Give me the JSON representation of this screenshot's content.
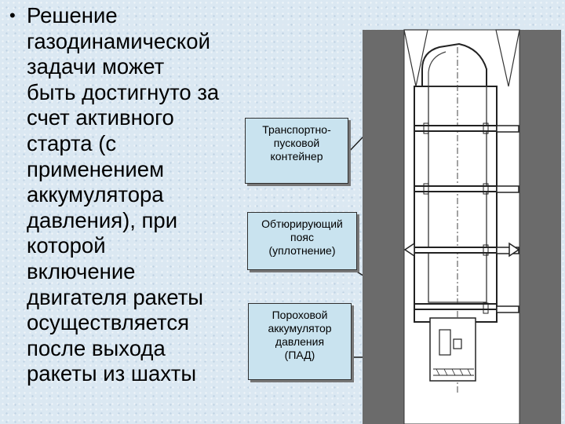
{
  "bullet": {
    "lines": [
      "Решение",
      "газодинамической",
      "задачи может",
      "быть достигнуто за",
      "счет активного",
      "старта (с",
      "применением",
      "аккумулятора",
      "давления), при",
      "которой",
      "включение",
      "двигателя ракеты",
      "осуществляется",
      "после выхода",
      "ракеты из шахты"
    ]
  },
  "callouts": {
    "container": [
      "Транспортно-",
      "пусковой",
      "контейнер"
    ],
    "belt": [
      "Обтюрирующий",
      "пояс",
      "(уплотнение)"
    ],
    "accumulator": [
      "Пороховой",
      "аккумулятор",
      "давления",
      "(ПАД)"
    ]
  },
  "colors": {
    "background": "#dbe8f2",
    "shaft_wall": "#6b6b6b",
    "callout_fill": "#c9e3ef"
  }
}
